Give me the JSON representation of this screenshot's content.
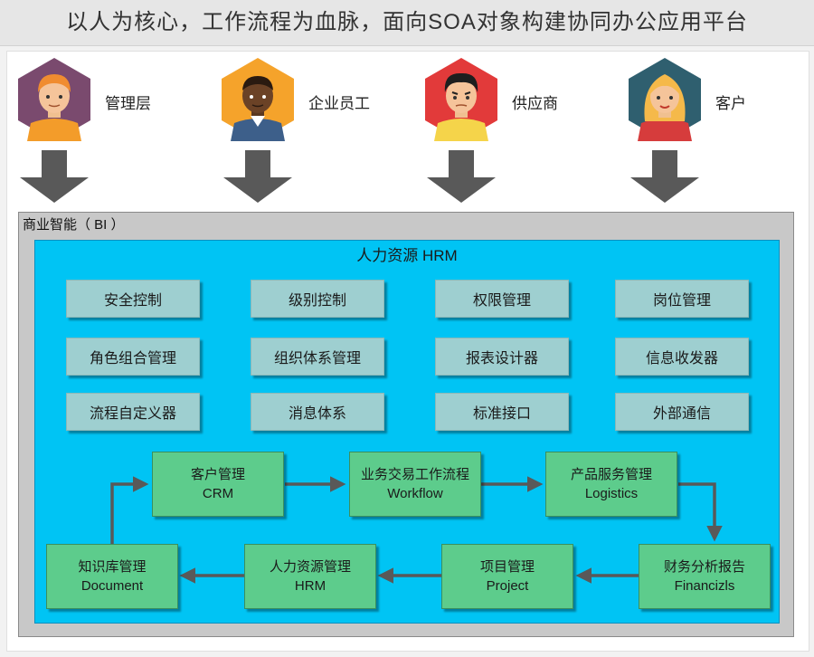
{
  "title": "以人为核心，工作流程为血脉，面向SOA对象构建协同办公应用平台",
  "users": [
    {
      "name": "管理层",
      "icon": "manager-avatar-icon",
      "hex_color": "#7a4a6e",
      "shirt_color": "#f39c2a"
    },
    {
      "name": "企业员工",
      "icon": "employee-avatar-icon",
      "hex_color": "#f5a32b",
      "shirt_color": "#3d5f8a"
    },
    {
      "name": "供应商",
      "icon": "supplier-avatar-icon",
      "hex_color": "#e23a3a",
      "shirt_color": "#f5d44a"
    },
    {
      "name": "客户",
      "icon": "customer-avatar-icon",
      "hex_color": "#2f5f6f",
      "shirt_color": "#d63c3c"
    }
  ],
  "bi_label": "商业智能（ BI ）",
  "hrm_title": "人力资源 HRM",
  "modules": [
    [
      "安全控制",
      "级别控制",
      "权限管理",
      "岗位管理"
    ],
    [
      "角色组合管理",
      "组织体系管理",
      "报表设计器",
      "信息收发器"
    ],
    [
      "流程自定义器",
      "消息体系",
      "标准接口",
      "外部通信"
    ]
  ],
  "flow": {
    "top": [
      {
        "cn": "客户管理",
        "en": "CRM"
      },
      {
        "cn": "业务交易工作流程",
        "en": "Workflow"
      },
      {
        "cn": "产品服务管理",
        "en": "Logistics"
      }
    ],
    "bottom": [
      {
        "cn": "知识库管理",
        "en": "Document"
      },
      {
        "cn": "人力资源管理",
        "en": "HRM"
      },
      {
        "cn": "项目管理",
        "en": "Project"
      },
      {
        "cn": "财务分析报告",
        "en": "Financizls"
      }
    ]
  },
  "colors": {
    "module_fill": "#9ecfd0",
    "flow_fill": "#5dcc8c",
    "hrm_fill": "#00c4f4",
    "bi_fill": "#c8c8c8",
    "arrow": "#595959"
  }
}
